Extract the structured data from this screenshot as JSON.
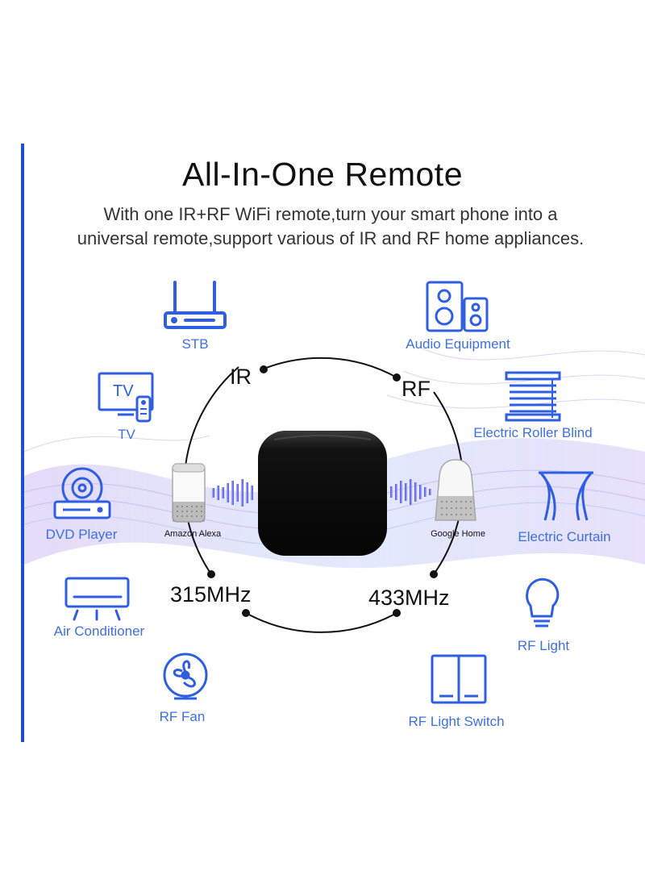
{
  "header": {
    "title": "All-In-One Remote",
    "subtitle_line1": "With one IR+RF WiFi remote,turn your smart phone into a",
    "subtitle_line2": "universal remote,support various of IR and RF home appliances."
  },
  "ring": {
    "ir_label": "IR",
    "rf_label": "RF",
    "freq_left": "315MHz",
    "freq_right": "433MHz"
  },
  "assistants": {
    "left": "Amazon Alexa",
    "right": "Google Home"
  },
  "devices_ir": {
    "stb": "STB",
    "tv": "TV",
    "dvd": "DVD Player",
    "ac": "Air Conditioner",
    "fan": "RF Fan"
  },
  "devices_rf": {
    "audio": "Audio Equipment",
    "blind": "Electric Roller Blind",
    "curtain": "Electric Curtain",
    "light": "RF Light",
    "switch": "RF Light Switch"
  },
  "icons": {
    "tv_icon_text": "TV"
  },
  "colors": {
    "accent": "#3f6fe0",
    "icon_stroke": "#2f5ee0",
    "left_rule": "#1f4fd1"
  }
}
